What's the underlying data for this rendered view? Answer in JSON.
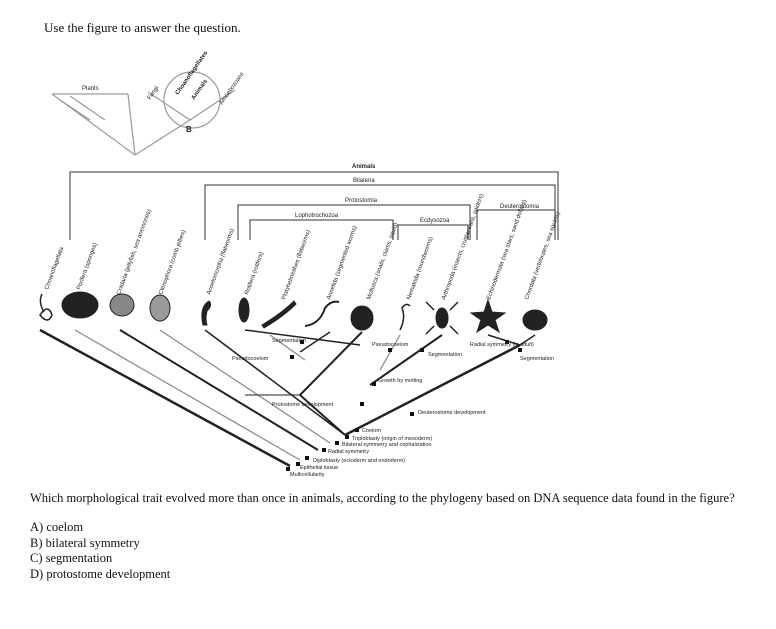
{
  "instruction": "Use the figure to answer the question.",
  "inset": {
    "labels": [
      "Plants",
      "Fungi",
      "Choanoflagellates",
      "Animals",
      "Amoebozoans"
    ]
  },
  "tree": {
    "clades": [
      "Animals",
      "Bilateria",
      "Protostomia",
      "Deuterostomia",
      "Lophotrochozoa",
      "Ecdysozoa"
    ],
    "taxa": [
      "Choanoflagellata",
      "Porifera (sponges)",
      "Cnidaria (jellyfish, sea anemones)",
      "Ctenophora (comb jellies)",
      "Acoelomorpha (flatworms)",
      "Rotifera (rotifers)",
      "Platyhelminthes (flatworms)",
      "Annelida (segmented worms)",
      "Mollusca (snails, clams, squid)",
      "Nematoda (roundworms)",
      "Arthropoda (insects, crustaceans, spiders)",
      "Echinodermata (sea stars, sand dollars)",
      "Chordata (vertebrates, sea squirts)"
    ],
    "traits": [
      "Segmentation",
      "Pseudocoelom",
      "Pseudocoelom",
      "Segmentation",
      "Radial symmetry (in adult)",
      "Segmentation",
      "Growth by molting",
      "Protostome development",
      "Deuterostome development",
      "Coelom",
      "Triploblasty (origin of mesoderm)",
      "Bilateral symmetry and cephalization",
      "Radial symmetry",
      "Diploblasty (ectoderm and endoderm)",
      "Epithelial tissue",
      "Multicellularity"
    ]
  },
  "question": "Which morphological trait evolved more than once in animals, according to the phylogeny based on DNA sequence data found in the figure?",
  "options": [
    "A) coelom",
    "B) bilateral symmetry",
    "C) segmentation",
    "D) protostome development"
  ]
}
